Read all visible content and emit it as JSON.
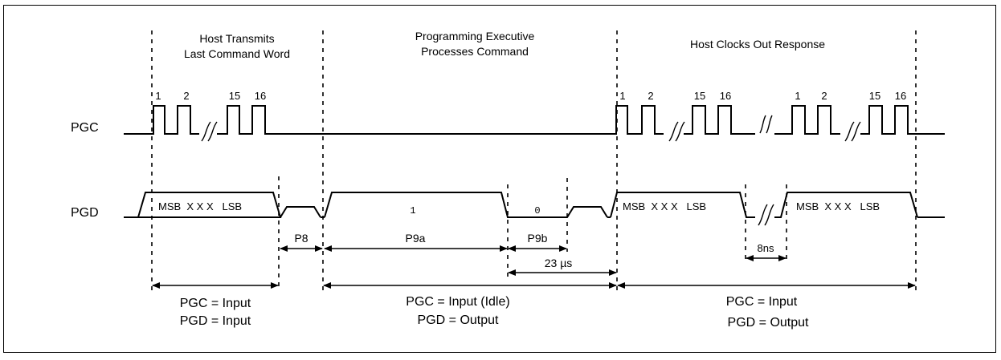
{
  "headers": {
    "host_transmits_line1": "Host Transmits",
    "host_transmits_line2": "Last Command Word",
    "executive_line1": "Programming Executive",
    "executive_line2": "Processes Command",
    "host_clocks_out": "Host Clocks Out Response"
  },
  "signals": {
    "pgc": "PGC",
    "pgd": "PGD"
  },
  "pulse_labels": {
    "first": "1",
    "second": "2",
    "fifteenth": "15",
    "sixteenth": "16"
  },
  "data_words": {
    "word1": "MSB  X X X   LSB",
    "word2": "MSB  X X X   LSB",
    "word3": "MSB  X X X   LSB",
    "executive_high": "1",
    "executive_low": "0"
  },
  "timing": {
    "p8": "P8",
    "p9a": "P9a",
    "p9b": "P9b",
    "delay_23us": "23 µs",
    "delay_8ns": "8ns"
  },
  "phases": {
    "phase1_pgc": "PGC = Input",
    "phase1_pgd": "PGD = Input",
    "phase2_pgc": "PGC = Input (Idle)",
    "phase2_pgd": "PGD = Output",
    "phase3_pgc": "PGC = Input",
    "phase3_pgd": "PGD = Output"
  },
  "colors": {
    "line": "#000000",
    "background": "#ffffff"
  }
}
